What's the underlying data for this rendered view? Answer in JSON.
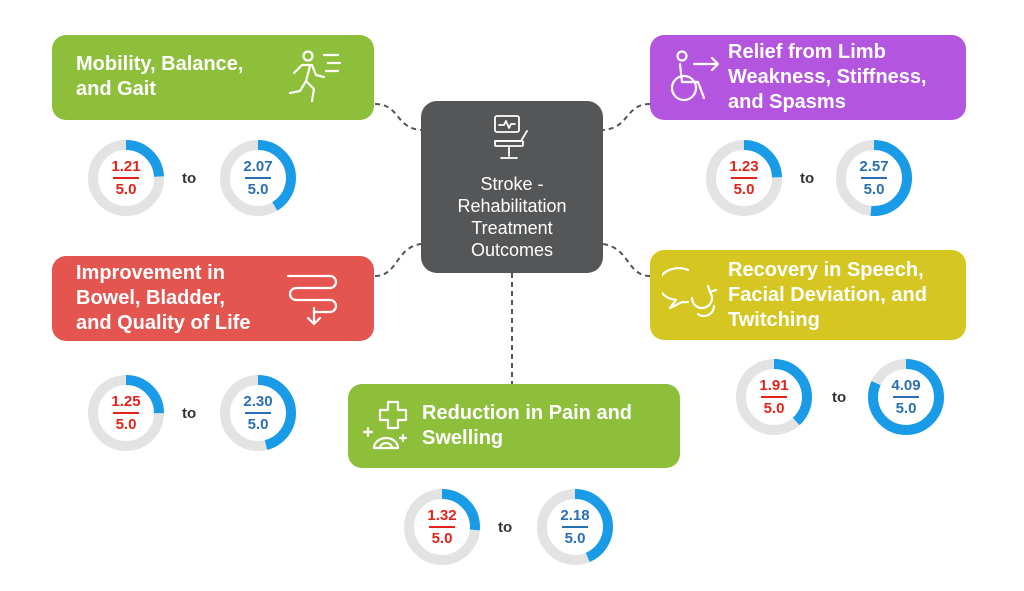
{
  "center": {
    "title": "Stroke -\nRehabilitation\nTreatment\nOutcomes",
    "icon": "monitor-bed-icon"
  },
  "colors": {
    "green": "#8dbf3a",
    "purple": "#b455e0",
    "red": "#e5554f",
    "yellow": "#d6c622",
    "center": "#555657",
    "ring_track": "#e3e3e3",
    "ring_fill": "#1a9be8",
    "before_text": "#e2231a",
    "after_text": "#2a6fb3"
  },
  "outcomes": [
    {
      "key": "mobility",
      "title": "Mobility, Balance,\nand Gait",
      "icon": "running-person-icon",
      "before": "1.21",
      "after": "2.07",
      "scale": "5.0",
      "connector": "to"
    },
    {
      "key": "limb",
      "title": "Relief from Limb\nWeakness, Stiffness,\nand Spasms",
      "icon": "wheelchair-icon",
      "before": "1.23",
      "after": "2.57",
      "scale": "5.0",
      "connector": "to"
    },
    {
      "key": "bowel",
      "title": "Improvement in\nBowel, Bladder,\nand Quality of Life",
      "icon": "digestive-flow-icon",
      "before": "1.25",
      "after": "2.30",
      "scale": "5.0",
      "connector": "to"
    },
    {
      "key": "speech",
      "title": "Recovery in Speech,\nFacial Deviation, and\nTwitching",
      "icon": "speech-bubbles-icon",
      "before": "1.91",
      "after": "4.09",
      "scale": "5.0",
      "connector": "to"
    },
    {
      "key": "pain",
      "title": "Reduction in Pain and\nSwelling",
      "icon": "healing-cross-icon",
      "before": "1.32",
      "after": "2.18",
      "scale": "5.0",
      "connector": "to"
    }
  ]
}
